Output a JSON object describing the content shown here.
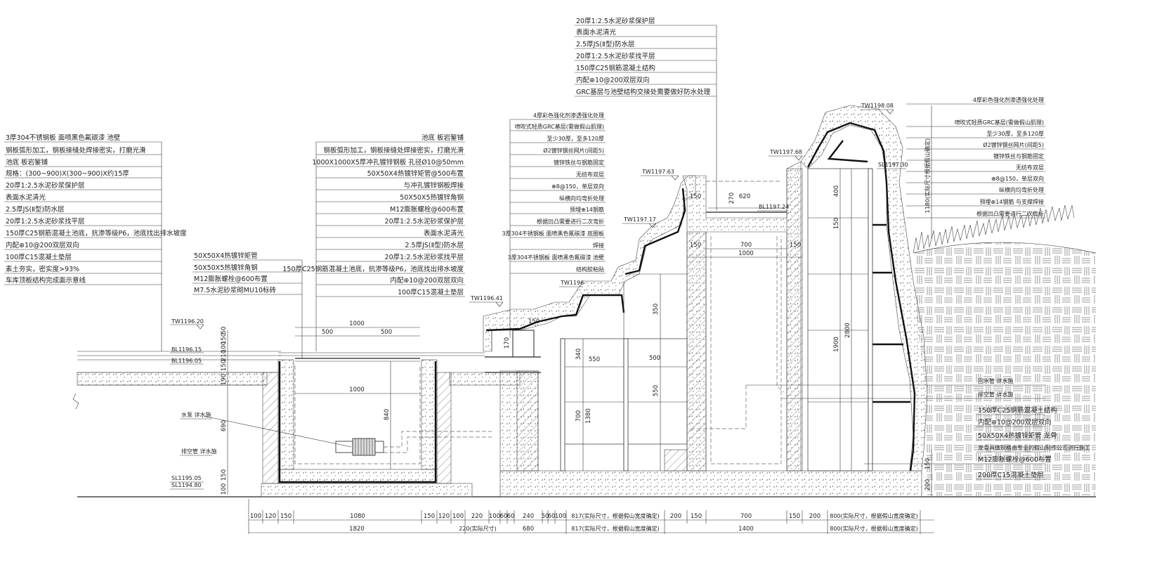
{
  "left_notes": [
    "3厚304不锈钢板 面喷黑色氟碳漆 池壁",
    "钢板弧形加工，钢板接缝处焊接密实，打磨光滑",
    "池底 板岩錾铺",
    "规格：(300~900)X(300~900)X约15厚",
    "20厚1:2.5水泥砂浆保护层",
    "表面水泥清光",
    "2.5厚JS(Ⅱ型)防水层",
    "20厚1:2.5水泥砂浆找平层",
    "150厚C25钢筋混凝土池底，抗渗等级P6，池底找出排水坡度",
    "内配⊕10@200双层双向",
    "100厚C15混凝土垫层",
    "素土夯实，密实度>93%",
    "车库顶板结构完成面示意线"
  ],
  "mid_left_notes": [
    "50X50X4热镀锌矩管",
    "50X50X5热镀锌角钢",
    "M12膨胀螺栓@600布置",
    "M7.5水泥砂浆砌MU10标砖"
  ],
  "center_notes": [
    "池底 板岩錾铺",
    "钢板弧形加工，钢板接缝处焊接密实，打磨光滑",
    "1000X1000X5厚冲孔镀锌钢板 孔径Ø10@50mm",
    "50X50X4热镀锌矩管@500布置",
    "与冲孔镀锌钢板焊接",
    "50X50X5热镀锌角钢",
    "M12膨胀螺栓@600布置",
    "20厚1:2.5水泥砂浆保护层",
    "表面水泥清光",
    "2.5厚JS(Ⅱ型)防水层",
    "20厚1:2.5水泥砂浆找平层",
    "150厚C25钢筋混凝土池底，抗渗等级P6，池底找出排水坡度",
    "内配⊕10@200双层双向",
    "100厚C15混凝土垫层"
  ],
  "rockery_notes": [
    "4厚彩色强化剂渗透强化处理",
    "喷吹式轻质GRC基层(需做假山肌理)",
    "至少30厚，至多120厚",
    "Ø2镀锌钢丝网片(间距5)",
    "镀锌铁丝与钢筋固定",
    "无纺布双层",
    "⊕8@150，单层双向",
    "纵横向均弯折处理",
    "预埋⊕14钢筋",
    "根据凹凸需要进行二次弯折",
    "3厚304不锈钢板 面喷黑色氟碳漆 底圈板",
    "焊接",
    "3厚304不锈钢板 面喷黑色氟碳漆 池壁",
    "结构胶粘贴"
  ],
  "top_notes": [
    "20厚1:2.5水泥砂浆保护层",
    "表面水泥清光",
    "2.5厚JS(Ⅱ型)防水层",
    "20厚1:2.5水泥砂浆找平层",
    "150厚C25钢筋混凝土结构",
    "内配⊕10@200双层双向",
    "GRC基层与池壁结构交接处需要做好防水处理"
  ],
  "right_notes": [
    "4厚彩色强化剂渗透强化处理",
    "喷吹式轻质GRC基层(需做假山肌理)",
    "至少30厚，至多120厚",
    "Ø2镀锌钢丝网片(间距5)",
    "镀锌铁丝与钢筋固定",
    "无纺布双层",
    "⊕8@150，单层双向",
    "纵横向均弯折处理",
    "预埋⊕14钢筋 与支撑焊接",
    "根据凹凸需要进行二次弯折"
  ],
  "right_lower_notes": [
    "回水管 详水施",
    "排空管 详水施",
    "150厚C25钢筋混凝土结构",
    "内配⊕10@200双层双向",
    "50X50X4热镀锌矩管 龙骨",
    "龙骨具体规格由专业的假山制作公司进行施工",
    "M12膨胀螺栓@600布置",
    "200厚C15混凝土垫层"
  ],
  "pump_labels": [
    "水泵 详水施",
    "排空管 详水施"
  ],
  "levels": {
    "tw_1196_20": "TW1196.20",
    "bl_1196_15": "BL1196.15",
    "bl_1196_05": "BL1196.05",
    "sl_1195_05": "SL1195.05",
    "sl_1194_80": "SL1194.80",
    "tw_1196_41": "TW1196.41",
    "tw_1196_x": "TW1196",
    "tw_1197_17": "TW1197.17",
    "tw_1197_63": "TW1197.63",
    "tw_1197_68": "TW1197.68",
    "tw_1198_08": "TW1198.08",
    "sl_1197_30": "SL1197.30",
    "bl_1197_24": "BL1197.24"
  },
  "dims_row1": [
    "100",
    "120",
    "150",
    "1080",
    "150",
    "120",
    "100",
    "220",
    "100",
    "60",
    "60",
    "240",
    "50",
    "60",
    "100",
    "817(实际尺寸，根据假山宽度确定)",
    "200",
    "150",
    "700",
    "150",
    "200",
    "800(实际尺寸，根据假山宽度确定)"
  ],
  "dims_row2": [
    "1820",
    "220(实际尺寸)",
    "680",
    "817(实际尺寸，根据假山宽度确定)",
    "1400",
    "800(实际尺寸，根据假山宽度确定)"
  ],
  "dims_inner": {
    "d1000_top": "1000",
    "d500_a": "500",
    "d500_b": "500",
    "d1000_pool": "1000",
    "d840": "840",
    "d690": "690",
    "d150_a": "150",
    "d100_a": "100",
    "d50": "50",
    "d150_b": "150",
    "d210": "210",
    "d190": "190",
    "d150_c": "150",
    "d100_b": "100",
    "d170": "170",
    "d150_step": "150",
    "d340": "340",
    "d550_a": "550",
    "d700_a": "700",
    "d1380": "1380",
    "d350": "350",
    "d500_c": "500",
    "d550_b": "550",
    "d620": "620",
    "d270": "270",
    "d150_top": "150",
    "d700_b": "700",
    "d1000_b": "1000",
    "d150_d": "150",
    "d150_e": "150",
    "d400": "400",
    "d150_f": "150",
    "d1900": "1900",
    "d2800": "2800",
    "d1180": "1180(实际尺寸根据假山确定)",
    "d150_g": "150",
    "d200": "200"
  }
}
